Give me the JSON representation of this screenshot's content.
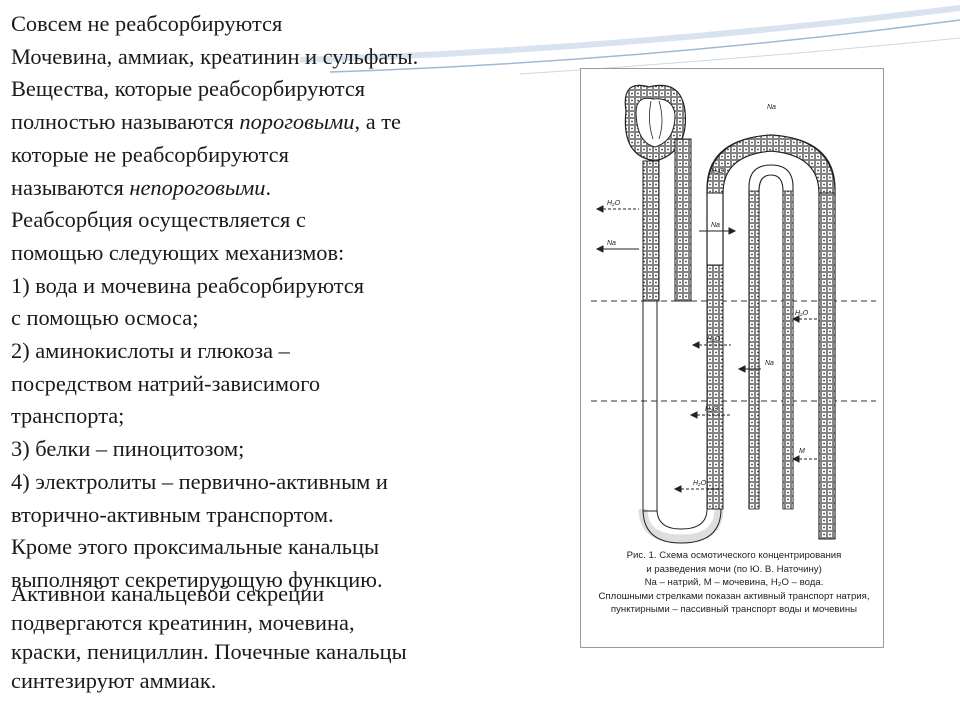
{
  "lines": [
    "Совсем не реабсорбируются",
    "Мочевина, аммиак, креатинин  и сульфаты.",
    "Вещества, которые реабсорбируются",
    {
      "before": "полностью называются ",
      "em": "пороговыми",
      "after": ", а те"
    },
    "которые не реабсорбируются",
    {
      "before": "называются ",
      "em": "непороговыми",
      "after": "."
    },
    "Реабсорбция осуществляется с",
    "помощью следующих механизмов:",
    "1) вода и мочевина реабсорбируются",
    "с помощью осмоса;",
    "2) аминокислоты и глюкоза –",
    "посредством натрий-зависимого",
    "транспорта;",
    "3) белки – пиноцитозом;",
    "4) электролиты – первично-активным и",
    "вторично-активным транспортом.",
    "Кроме этого проксимальные канальцы",
    "выполняют секретирующую функцию."
  ],
  "tail_lines": [
    "Активной канальцевой секреции",
    "подвергаются креатинин, мочевина,",
    "краски, пенициллин. Почечные канальцы",
    "синтезируют аммиак."
  ],
  "figure": {
    "caption_lines": [
      "Рис. 1. Схема осмотического концентрирования",
      "и разведения мочи (по Ю. В. Наточину)",
      "Na – натрий, М – мочевина, H₂O – вода.",
      "Сплошными стрелками показан активный транспорт натрия,",
      "пунктирными – пассивный транспорт воды и мочевины"
    ],
    "labels": {
      "na": "Na",
      "h2o": "H₂O",
      "m": "M"
    }
  },
  "colors": {
    "accent_blue": "#9db8d6",
    "accent_light": "#d7e3ef"
  }
}
